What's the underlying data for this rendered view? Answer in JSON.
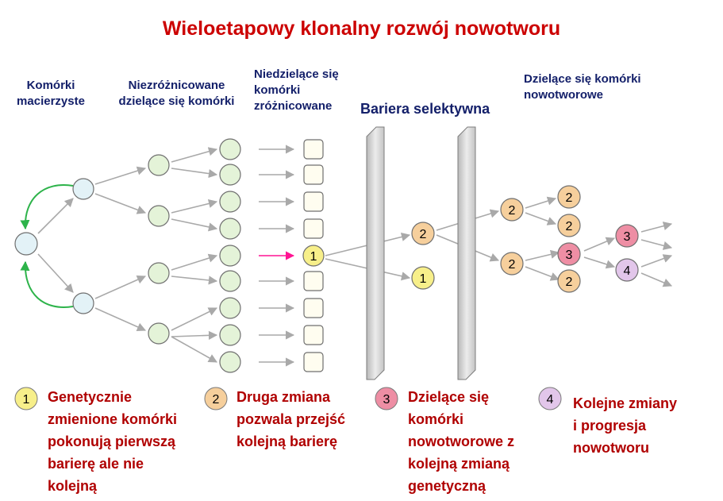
{
  "title": "Wieloetapowy klonalny rozwój nowotworu",
  "columns": {
    "stem": "Komórki\nmacierzyste",
    "undiff": "Niezróżnicowane\ndzielące się komórki",
    "nondiv": "Niedzielące się\nkomórki\nzróżnicowane",
    "barrier": "Bariera selektywna",
    "tumor": "Dzielące się komórki\nnowotworowe"
  },
  "cell_numbers": {
    "one": "1",
    "two": "2",
    "three": "3",
    "four": "4"
  },
  "legend": [
    {
      "number": "1",
      "text": "Genetycznie\nzmienione komórki\npokonują pierwszą\nbarierę  ale nie\nkolejną",
      "color": "#f7ef8a"
    },
    {
      "number": "2",
      "text": "Druga zmiana\npozwala przejść\nkolejną barierę",
      "color": "#f6cf9c"
    },
    {
      "number": "3",
      "text": "Dzielące się\nkomórki\nnowotworowe z\nkolejną zmianą\ngenetyczną",
      "color": "#ee8ea4"
    },
    {
      "number": "4",
      "text": "Kolejne zmiany\ni progresja\nnowotworu",
      "color": "#e2c6ea"
    }
  ],
  "colors": {
    "title": "#cc0000",
    "labels": "#14206a",
    "legend_text": "#b00000",
    "stem_cell": "#e3f2f7",
    "undiff_cell": "#e4f3d8",
    "nondiv_cell": "#fffdf0",
    "mutation1": "#f7ef8a",
    "mutation2": "#f6cf9c",
    "mutation3": "#ee8ea4",
    "mutation4": "#e2c6ea",
    "barrier": "#d9d9d9",
    "arrow": "#a9a9a9",
    "selfrenew_arrow": "#2db34a",
    "highlight_arrow": "#ff1493"
  }
}
